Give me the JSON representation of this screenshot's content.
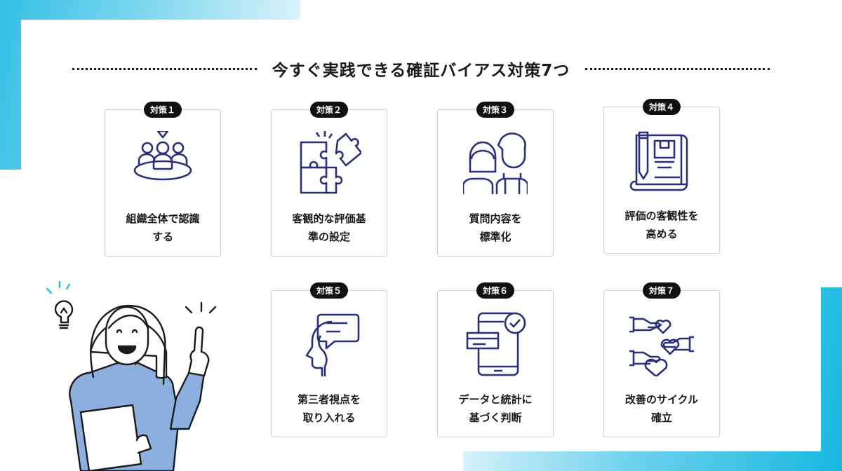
{
  "title": "今すぐ実践できる確証バイアス対策7つ",
  "measures": [
    {
      "badge": "対策１",
      "lines": [
        "組織全体で認識",
        "する"
      ],
      "icon": "team-icon"
    },
    {
      "badge": "対策２",
      "lines": [
        "客観的な評価基",
        "準の設定"
      ],
      "icon": "puzzle-icon"
    },
    {
      "badge": "対策３",
      "lines": [
        "質問内容を",
        "標準化"
      ],
      "icon": "interview-people-icon"
    },
    {
      "badge": "対策４",
      "lines": [
        "評価の客観性を",
        "高める"
      ],
      "icon": "blueprint-icon"
    },
    {
      "badge": "対策５",
      "lines": [
        "第三者視点を",
        "取り入れる"
      ],
      "icon": "head-speech-icon"
    },
    {
      "badge": "対策６",
      "lines": [
        "データと統計に",
        "基づく判断"
      ],
      "icon": "smartphone-check-icon"
    },
    {
      "badge": "対策７",
      "lines": [
        "改善のサイクル",
        "確立"
      ],
      "icon": "hands-hearts-icon"
    }
  ],
  "colors": {
    "icon": "#2a2f7a",
    "accent": "#2ab8e0",
    "shirt": "#8bb0e0"
  }
}
